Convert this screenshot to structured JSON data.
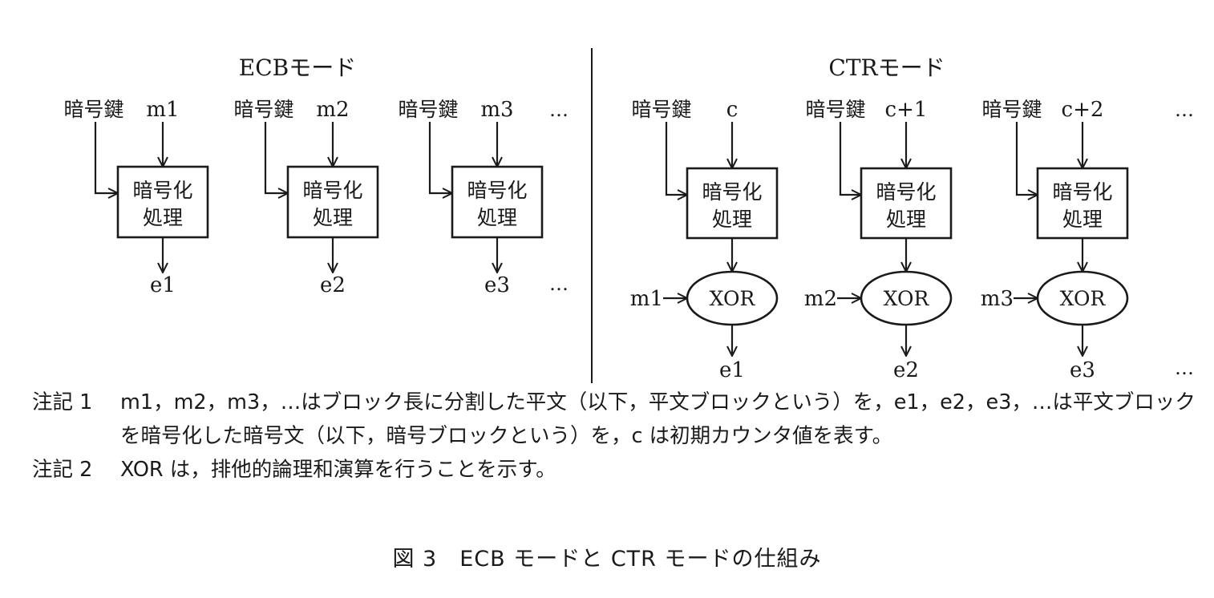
{
  "figure": {
    "ecb": {
      "title": "ECBモード",
      "key_label": "暗号鍵",
      "process_label_line1": "暗号化",
      "process_label_line2": "処理",
      "inputs": [
        "m1",
        "m2",
        "m3"
      ],
      "outputs": [
        "e1",
        "e2",
        "e3"
      ],
      "ellipsis": "…"
    },
    "ctr": {
      "title": "CTRモード",
      "key_label": "暗号鍵",
      "process_label_line1": "暗号化",
      "process_label_line2": "処理",
      "counters": [
        "c",
        "c+1",
        "c+2"
      ],
      "xor_label": "XOR",
      "plaintexts": [
        "m1",
        "m2",
        "m3"
      ],
      "outputs": [
        "e1",
        "e2",
        "e3"
      ],
      "ellipsis": "…"
    }
  },
  "notes": [
    {
      "label": "注記 1",
      "text": "m1，m2，m3，…はブロック長に分割した平文（以下，平文ブロックという）を，e1，e2，e3，…は平文ブロックを暗号化した暗号文（以下，暗号ブロックという）を，c は初期カウンタ値を表す。"
    },
    {
      "label": "注記 2",
      "text": "XOR は，排他的論理和演算を行うことを示す。"
    }
  ],
  "caption": "図 3　ECB モードと CTR モードの仕組み"
}
